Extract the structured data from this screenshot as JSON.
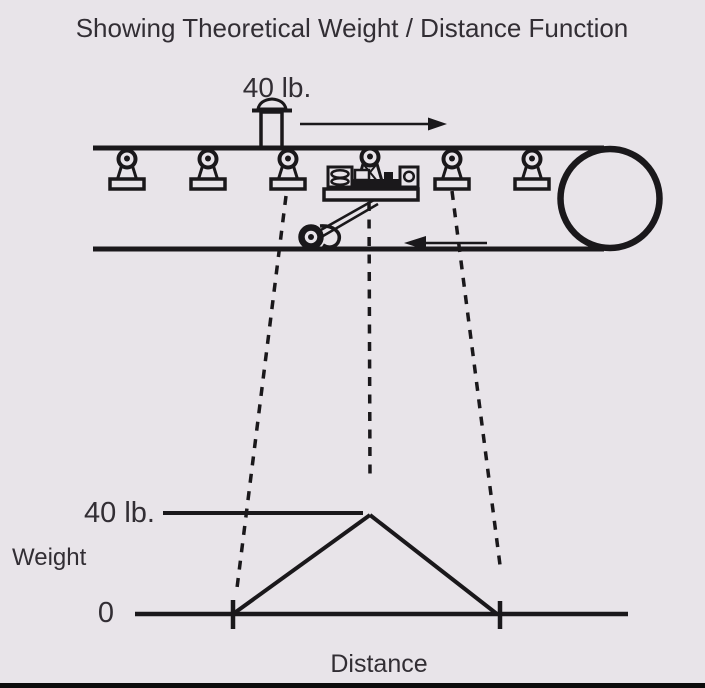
{
  "colors": {
    "background": "#e8e4e9",
    "ink": "#1a181b",
    "text": "#322e34",
    "footer_bar": "#0c0c0c"
  },
  "title": "Showing Theoretical Weight / Distance Function",
  "conveyor": {
    "load_label": "40 lb.",
    "trolley_count": 6,
    "top_arrow_direction": "right",
    "bottom_arrow_direction": "left"
  },
  "graph": {
    "max_label": "40 lb.",
    "y_axis_label": "Weight",
    "origin_label": "0",
    "x_axis_label": "Distance"
  },
  "chart_data": {
    "type": "line",
    "title": "Theoretical Weight / Distance Function",
    "xlabel": "Distance",
    "ylabel": "Weight",
    "units": "lb",
    "ylim": [
      0,
      40
    ],
    "x_normalized": [
      0,
      0.52,
      1
    ],
    "values": [
      0,
      40,
      0
    ],
    "annotations": [
      "Triangular weight/distance profile: 0 lb at left tick, peak 40 lb directly beneath the weighing trolley, 0 lb at right tick",
      "Horizontal reference line drawn at the 40 lb. level",
      "Three dashed projection lines connect conveyor positions to the graph"
    ]
  }
}
